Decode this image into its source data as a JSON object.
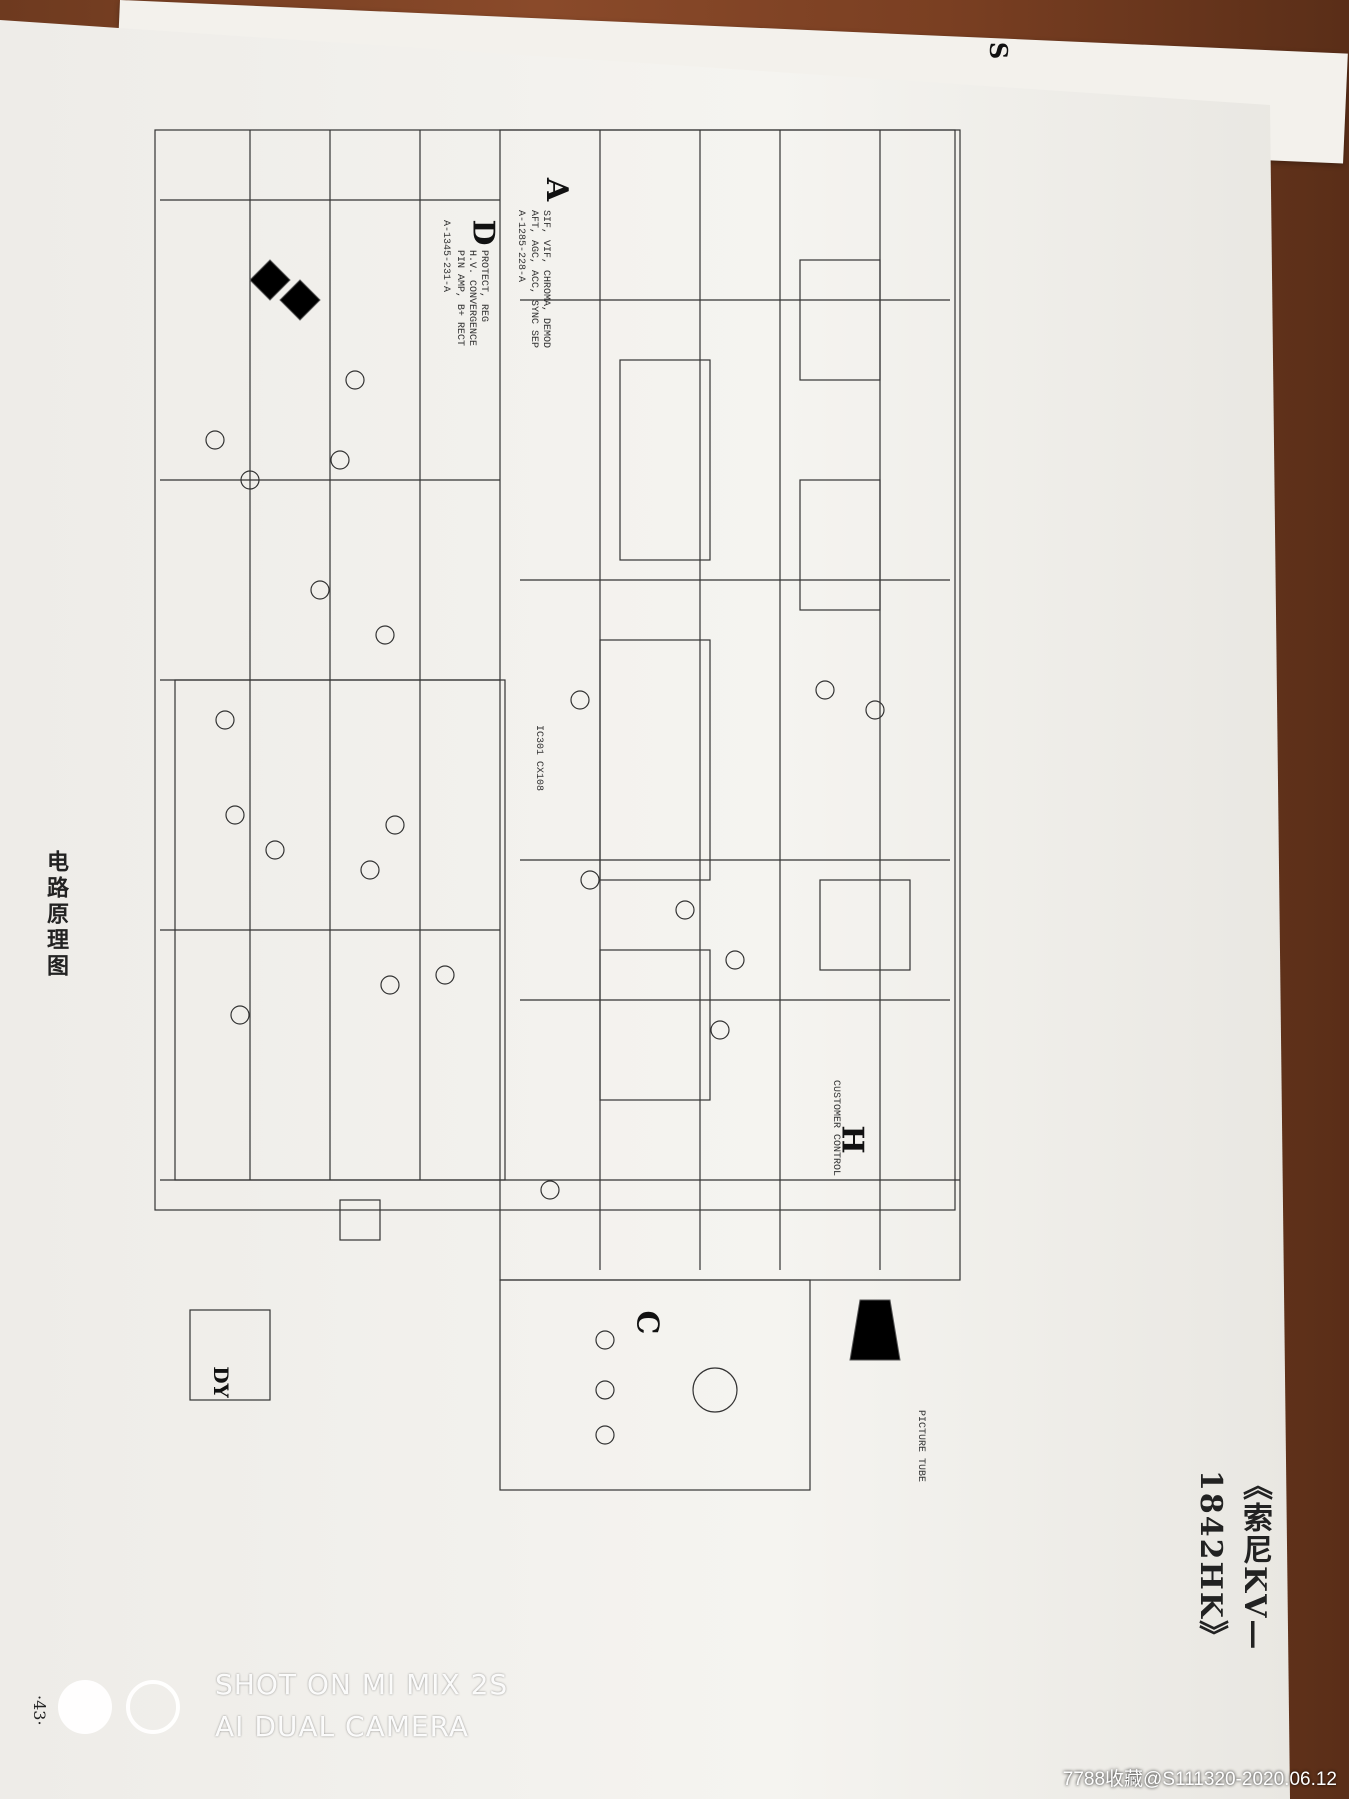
{
  "titles": {
    "model": "《索尼KV—1842HK》",
    "section": "电路原理图",
    "page_number": "·43·"
  },
  "boards": {
    "a_letter": "A",
    "a_desc": "SIF, VIF, CHROMA, DEMOD",
    "a_desc2": "AFT, AGC, ACC, SYNC SEP",
    "a_code": "A-1285-228-A",
    "d_letter": "D",
    "d_desc": "PROTECT, REG",
    "d_desc2": "H.V. CONVERGENCE",
    "d_desc3": "PIN AMP, B+ RECT",
    "d_code": "A-1345-231-A",
    "c_letter": "C",
    "h_letter": "H",
    "h_label": "CUSTOMER CONTROL",
    "dy_label": "DY",
    "s_letter": "S",
    "ic_label": "IC301 CX108",
    "tube_label": "PICTURE TUBE"
  },
  "watermark": {
    "line1": "SHOT ON MI MIX 2S",
    "line2": "AI DUAL CAMERA"
  },
  "stamp": "7788收藏@S111320-2020.06.12"
}
